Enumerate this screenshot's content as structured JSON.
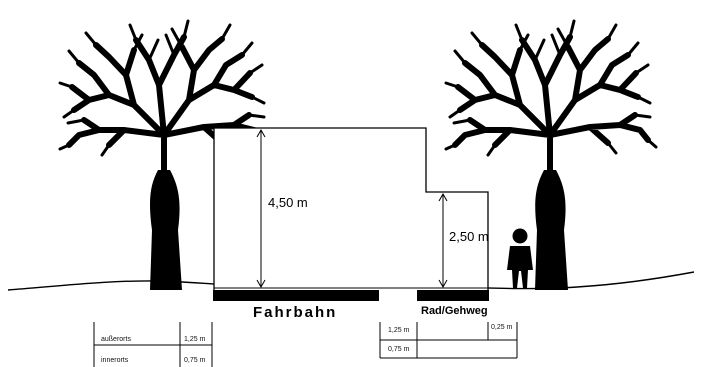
{
  "diagram": {
    "height_main": "4,50 m",
    "height_path": "2,50 m",
    "road_label": "Fahrbahn",
    "path_label": "Rad/Gehweg"
  },
  "left_table": {
    "rows": [
      {
        "label": "außerorts",
        "value": "1,25 m"
      },
      {
        "label": "innerorts",
        "value": "0,75 m"
      }
    ]
  },
  "right_table": {
    "row1_value": "1,25 m",
    "row1_extra": "0,25 m",
    "row2_value": "0,75 m"
  }
}
